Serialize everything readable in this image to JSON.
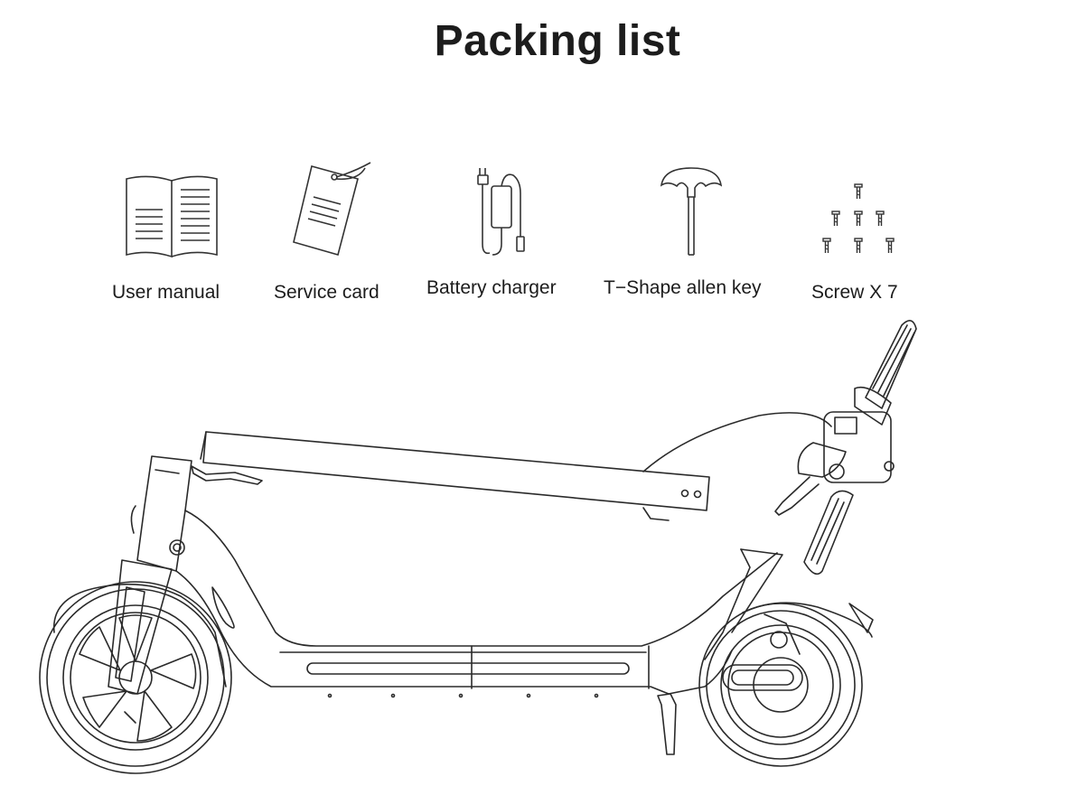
{
  "title": "Packing list",
  "items": [
    {
      "label": "User manual",
      "icon": "open-book-icon"
    },
    {
      "label": "Service card",
      "icon": "tag-card-icon"
    },
    {
      "label": "Battery charger",
      "icon": "charger-icon"
    },
    {
      "label": "T−Shape allen key",
      "icon": "t-key-icon"
    },
    {
      "label": "Screw X 7",
      "icon": "screws-icon"
    }
  ],
  "colors": {
    "line": "#2a2a2a",
    "text": "#1c1c1c",
    "background": "#ffffff"
  }
}
